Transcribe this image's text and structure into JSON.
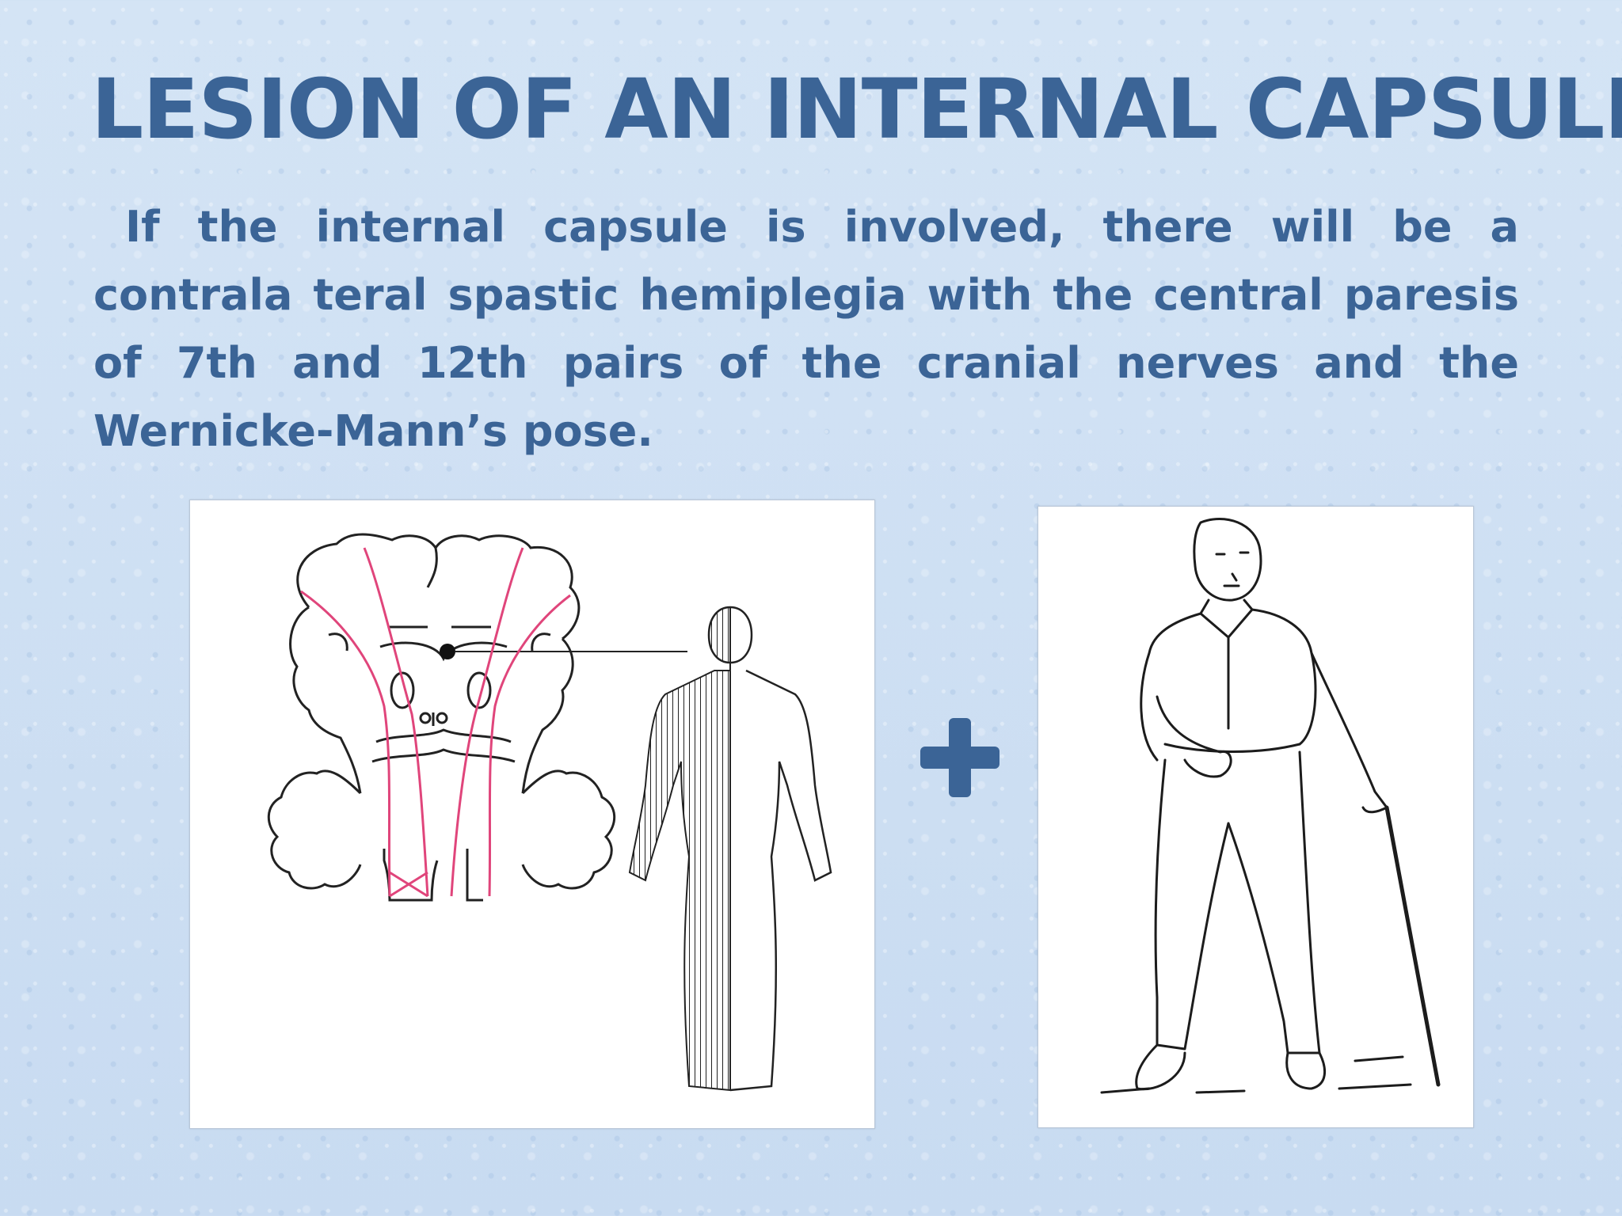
{
  "slide": {
    "title": "LESION OF AN INTERNAL CAPSULE",
    "body": "If the internal capsule is involved, there will be a contrala teral spastic hemiplegia with the central paresis of 7th and 12th pairs of the cranial nerves and the Wernicke-Mann’s pose."
  },
  "figures": {
    "left": {
      "icon": "brain-section-and-hemiplegia-body-illustration"
    },
    "operator": {
      "icon": "plus-icon"
    },
    "right": {
      "icon": "wernicke-mann-pose-illustration"
    }
  },
  "colors": {
    "text": "#3b6496",
    "background": "#cfe0f3",
    "pathway": "#e0457b",
    "plus": "#3b6496"
  }
}
